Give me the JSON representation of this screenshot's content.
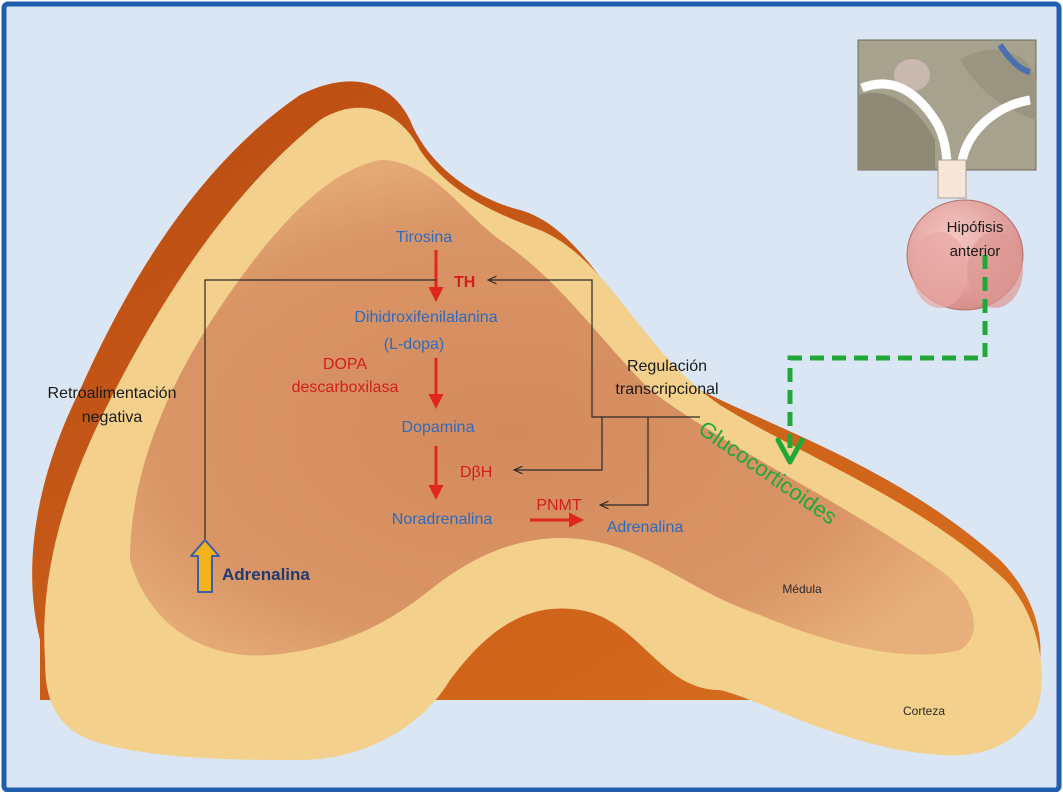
{
  "pathway": {
    "tirosina": "Tirosina",
    "th": "TH",
    "dihidroxi": "Dihidroxifenilalanina",
    "ldopa": "(L-dopa)",
    "dopa_enzyme_1": "DOPA",
    "dopa_enzyme_2": "descarboxilasa",
    "dopamina": "Dopamina",
    "dbh": "DβH",
    "noradrenalina": "Noradrenalina",
    "pnmt": "PNMT",
    "adrenalina": "Adrenalina"
  },
  "labels": {
    "retro_1": "Retroalimentación",
    "retro_2": "negativa",
    "reg_1": "Regulación",
    "reg_2": "transcripcional",
    "adrenalina_up": "Adrenalina",
    "glucocorticoides": "Glucocorticoides",
    "hipofisis_1": "Hipófisis",
    "hipofisis_2": "anterior",
    "medula": "Médula",
    "corteza": "Corteza"
  },
  "colors": {
    "metabolite": "#2e6bbf",
    "enzyme": "#d21f1a",
    "arrow_red": "#e0261e",
    "text_dark": "#1a1a1a",
    "glucocorticoid_green": "#22a838",
    "frame_blue": "#1f5fae",
    "background": "#dbe6f4",
    "up_arrow_fill": "#f2b21b",
    "up_arrow_stroke": "#3b5ea8"
  }
}
